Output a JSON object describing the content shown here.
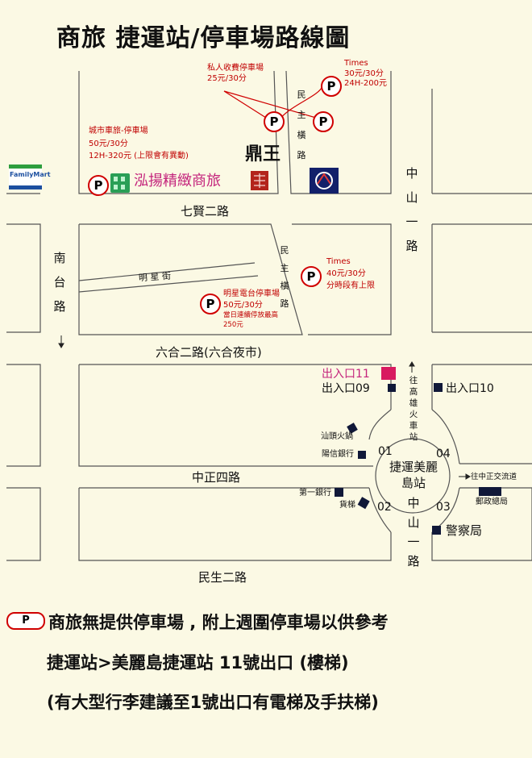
{
  "title": "商旅 捷運站/停車場路線圖",
  "roads": {
    "qixian": "七賢二路",
    "liuhe": "六合二路(六合夜市)",
    "zhongzheng": "中正四路",
    "minsheng": "民生二路",
    "nantai": "南台路",
    "zhongshan_upper": "中山一路",
    "zhongshan_lower": "中山一路",
    "minzhu_upper": "民主橫路",
    "minzhu_mid": "民主橫路",
    "mingxing": "明 星 街"
  },
  "landmarks": {
    "familymart": "FamilyMart",
    "hotel": "泓揚精緻商旅",
    "dingwang": "鼎王",
    "shantou": "汕頭火鍋",
    "yangxin": "陽信銀行",
    "firstbank": "第一銀行",
    "police": "警察局",
    "post": "郵政總局",
    "station": "捷運美麗島站",
    "to_kaohsiung": "往高雄火車站",
    "to_interchange": "往中正交流道"
  },
  "parking": {
    "private": {
      "name": "私人收費停車場",
      "rate": "25元/30分"
    },
    "times_top": {
      "name": "Times",
      "rate": "30元/30分",
      "daily": "24H-200元"
    },
    "city": {
      "name": "城市車旅-停車場",
      "rate": "50元/30分",
      "daily": "12H-320元 (上限會有異動)"
    },
    "times_mid": {
      "name": "Times",
      "rate": "40元/30分",
      "note": "分時段有上限"
    },
    "mingxing": {
      "name": "明星電台停車場",
      "rate": "50元/30分",
      "note": "當日連續停放最高",
      "cap": "250元"
    }
  },
  "exits": {
    "e11": "出入口11",
    "e09": "出入口09",
    "e10": "出入口10",
    "n01": "01",
    "n02": "02",
    "n03": "03",
    "n04": "04"
  },
  "legend": {
    "line1": "商旅無提供停車場 , 附上週圍停車場以供參考",
    "line2": "捷運站>美麗島捷運站 11號出口 (樓梯)",
    "line3": "(有大型行李建議至1號出口有電梯及手扶梯)"
  },
  "icons": {
    "parking": "parking-icon",
    "metro": "metro-logo-icon",
    "building": "building-icon",
    "arrow": "arrow-icon"
  },
  "colors": {
    "background": "#fbf9e4",
    "parking_red": "#d00000",
    "text_red": "#c00000",
    "exit11": "#d81b60",
    "metro_blue": "#12206a",
    "familymart_green": "#2e9e3e",
    "familymart_blue": "#1c4fa0"
  }
}
